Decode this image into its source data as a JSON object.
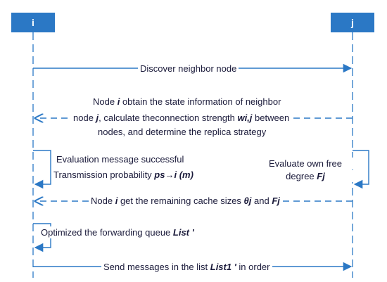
{
  "colors": {
    "node_fill": "#2b78c5",
    "line": "#2b78c5",
    "text": "#1a1a3a"
  },
  "nodes": {
    "left": {
      "label": "i"
    },
    "right": {
      "label": "j"
    }
  },
  "messages": {
    "m1": {
      "text": "Discover neighbor node"
    },
    "m2": {
      "line1_prefix": "Node ",
      "line1_var": "i",
      "line1_suffix": " obtain the state information of neighbor",
      "line2_prefix": "node ",
      "line2_var": "j",
      "line2_mid": ", calculate theconnection strength ",
      "line2_sym": "wi,j",
      "line2_suffix": " between",
      "line3": "nodes, and determine the replica strategy"
    },
    "m3": {
      "line1": "Evaluation message successful",
      "line2_prefix": "Transmission probability ",
      "line2_sym": "ps→i (m)"
    },
    "m4": {
      "line1": "Evaluate  own free",
      "line2_prefix": "degree ",
      "line2_sym": "Fj"
    },
    "m5": {
      "prefix": "Node ",
      "var": "i",
      "mid": " get the remaining cache sizes ",
      "sym1": "θj",
      "and": " and ",
      "sym2": "Fj"
    },
    "m6": {
      "prefix": "Optimized the forwarding queue ",
      "sym": "List '"
    },
    "m7": {
      "prefix": "Send messages in the list ",
      "sym": "List1 '",
      "suffix": " in order"
    }
  }
}
